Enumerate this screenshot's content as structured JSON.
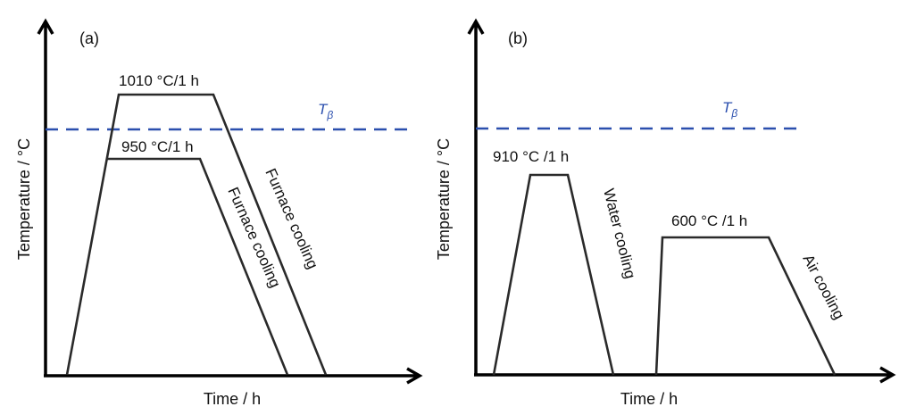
{
  "colors": {
    "t_beta": "#2b4fae",
    "profile": "#2a2a2a",
    "axis": "#000000"
  },
  "panel_a": {
    "tag": "(a)",
    "y_label": "Temperature / °C",
    "x_label": "Time / h",
    "t_beta": {
      "main": "T",
      "sub": "β"
    },
    "step_high": "1010 °C/1 h",
    "step_low": "950 °C/1 h",
    "cooling_low": "Furnace cooling",
    "cooling_high": "Furnace cooling"
  },
  "panel_b": {
    "tag": "(b)",
    "y_label": "Temperature / °C",
    "x_label": "Time / h",
    "t_beta": {
      "main": "T",
      "sub": "β"
    },
    "step_1": "910 °C /1 h",
    "cooling_1": "Water cooling",
    "step_2": "600 °C /1 h",
    "cooling_2": "Air cooling"
  }
}
